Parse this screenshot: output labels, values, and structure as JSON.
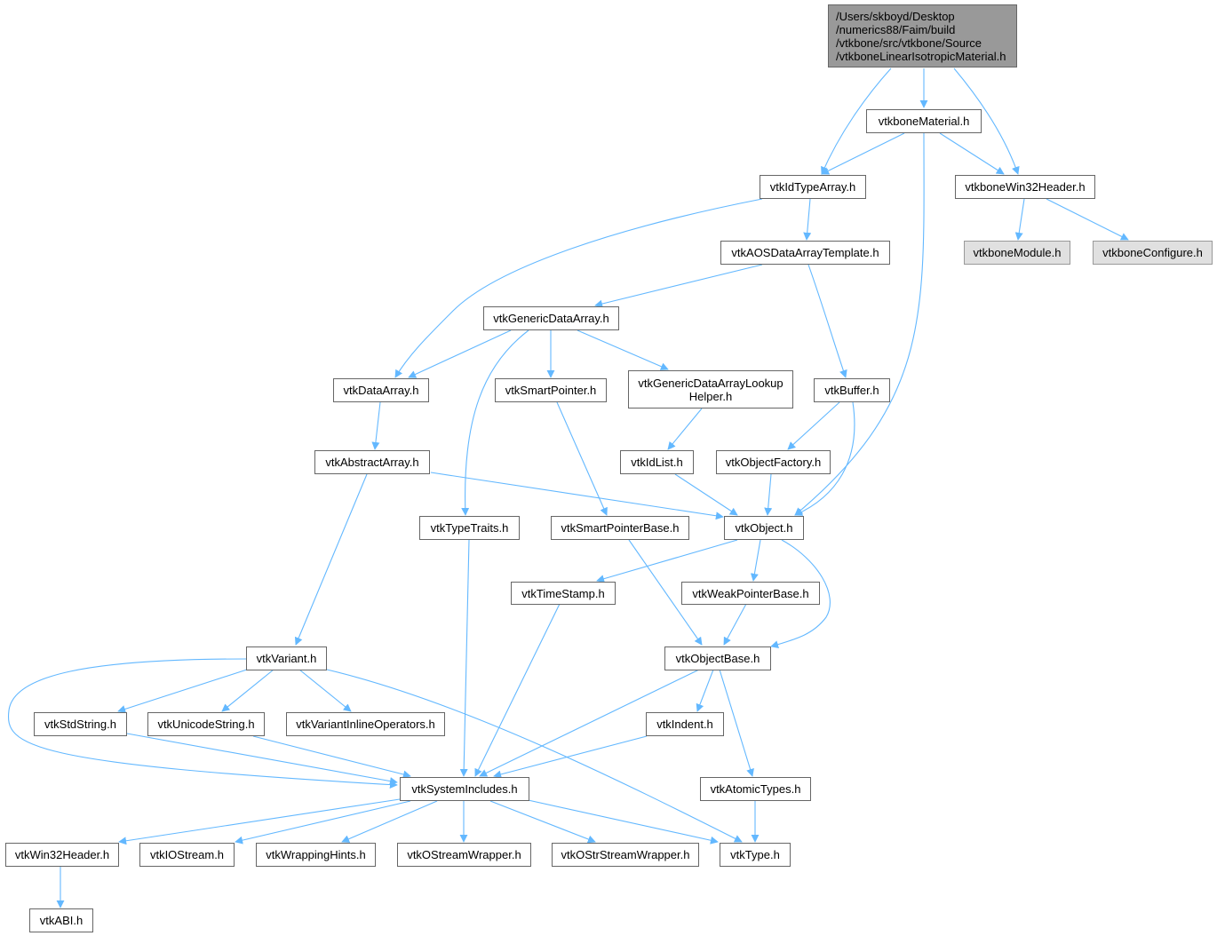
{
  "graph": {
    "title": "/Users/skboyd/Desktop\n/numerics88/Faim/build\n/vtkbone/src/vtkbone/Source\n/vtkboneLinearIsotropicMaterial.h",
    "edge_color": "#63b8ff",
    "root_fill": "#999999",
    "external_fill": "#e0e0e0",
    "nodes": {
      "root": "/Users/skboyd/Desktop\n/numerics88/Faim/build\n/vtkbone/src/vtkbone/Source\n/vtkboneLinearIsotropicMaterial.h",
      "vtkboneMaterial": "vtkboneMaterial.h",
      "vtkIdTypeArray": "vtkIdTypeArray.h",
      "vtkboneWin32Header": "vtkboneWin32Header.h",
      "vtkboneModule": "vtkboneModule.h",
      "vtkboneConfigure": "vtkboneConfigure.h",
      "vtkAOSDataArrayTemplate": "vtkAOSDataArrayTemplate.h",
      "vtkGenericDataArray": "vtkGenericDataArray.h",
      "vtkDataArray": "vtkDataArray.h",
      "vtkSmartPointer": "vtkSmartPointer.h",
      "vtkGenericDataArrayLookupHelper": "vtkGenericDataArrayLookup\nHelper.h",
      "vtkBuffer": "vtkBuffer.h",
      "vtkAbstractArray": "vtkAbstractArray.h",
      "vtkIdList": "vtkIdList.h",
      "vtkObjectFactory": "vtkObjectFactory.h",
      "vtkTypeTraits": "vtkTypeTraits.h",
      "vtkSmartPointerBase": "vtkSmartPointerBase.h",
      "vtkObject": "vtkObject.h",
      "vtkTimeStamp": "vtkTimeStamp.h",
      "vtkWeakPointerBase": "vtkWeakPointerBase.h",
      "vtkVariant": "vtkVariant.h",
      "vtkObjectBase": "vtkObjectBase.h",
      "vtkStdString": "vtkStdString.h",
      "vtkUnicodeString": "vtkUnicodeString.h",
      "vtkVariantInlineOperators": "vtkVariantInlineOperators.h",
      "vtkIndent": "vtkIndent.h",
      "vtkSystemIncludes": "vtkSystemIncludes.h",
      "vtkAtomicTypes": "vtkAtomicTypes.h",
      "vtkWin32Header": "vtkWin32Header.h",
      "vtkIOStream": "vtkIOStream.h",
      "vtkWrappingHints": "vtkWrappingHints.h",
      "vtkOStreamWrapper": "vtkOStreamWrapper.h",
      "vtkOStrStreamWrapper": "vtkOStrStreamWrapper.h",
      "vtkType": "vtkType.h",
      "vtkABI": "vtkABI.h"
    }
  }
}
